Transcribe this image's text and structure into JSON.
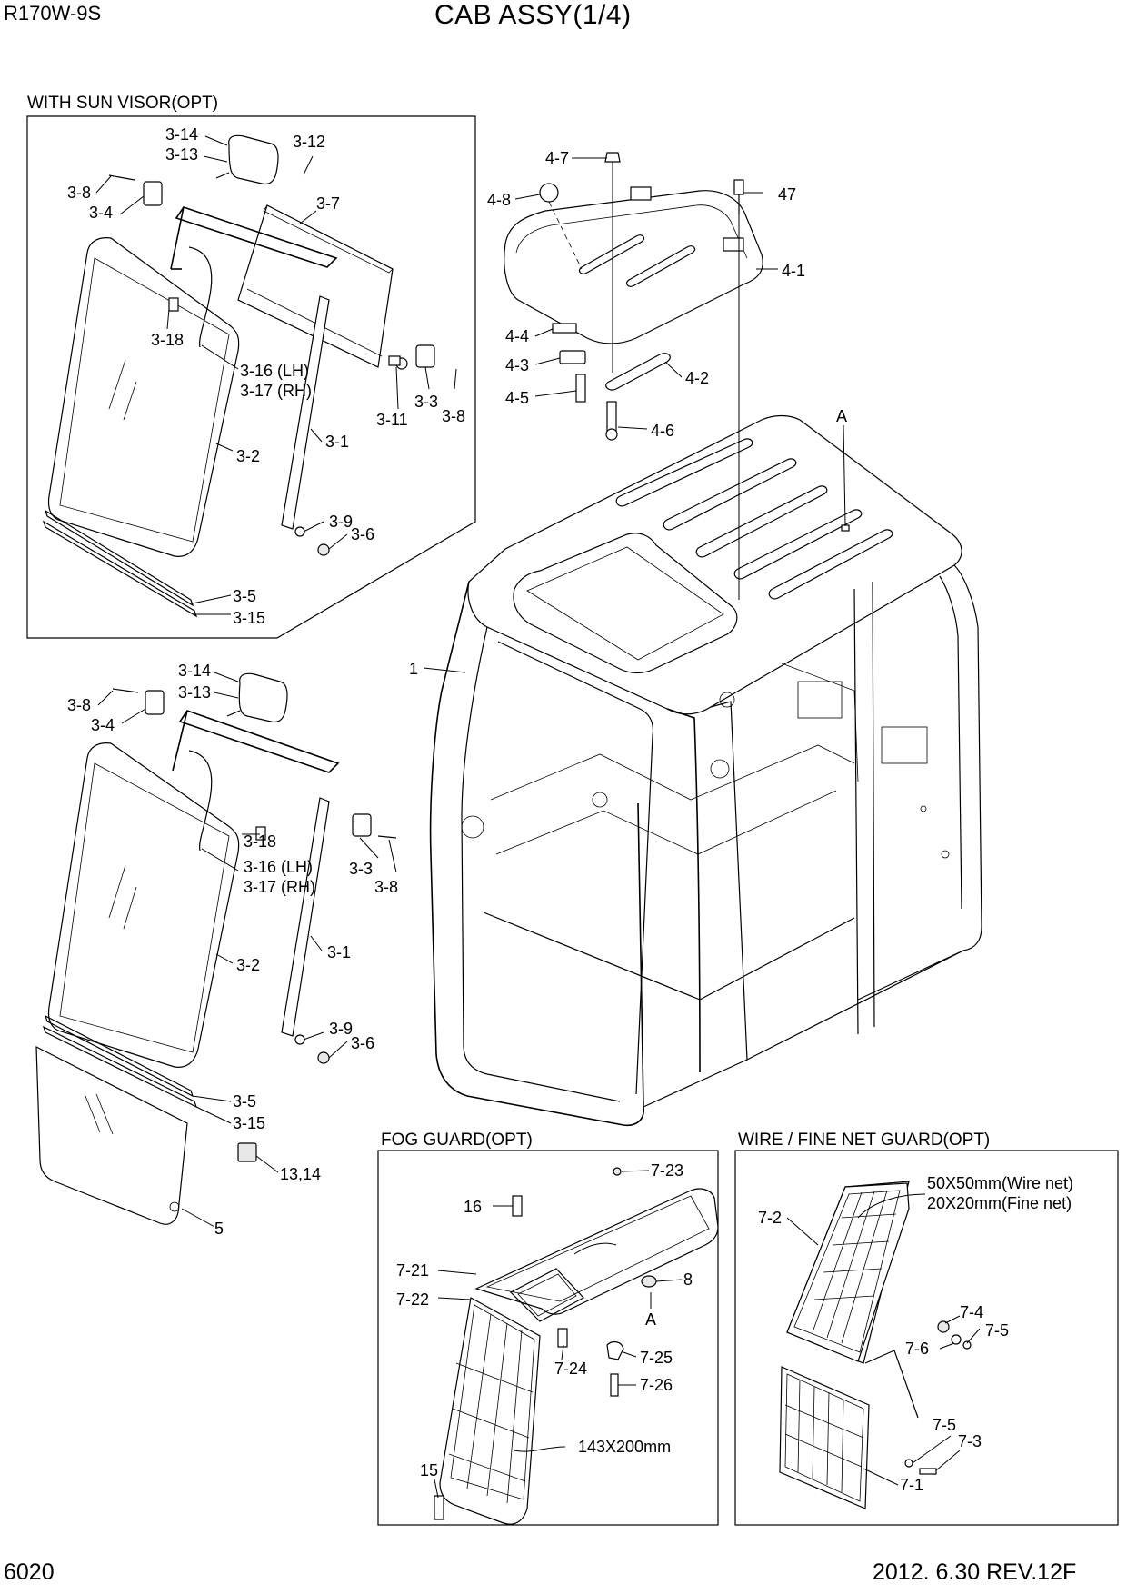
{
  "header": {
    "model": "R170W-9S",
    "title": "CAB ASSY(1/4)"
  },
  "footer": {
    "page": "6020",
    "revision": "2012. 6.30  REV.12F"
  },
  "sections": {
    "sun_visor": "WITH SUN VISOR(OPT)",
    "fog_guard": "FOG GUARD(OPT)",
    "net_guard": "WIRE / FINE NET GUARD(OPT)"
  },
  "annotations": {
    "net_size_1": "50X50mm(Wire net)",
    "net_size_2": "20X20mm(Fine net)",
    "fog_size": "143X200mm",
    "detail_a_1": "A",
    "detail_a_2": "A"
  },
  "callouts": {
    "c3_14a": "3-14",
    "c3_13a": "3-13",
    "c3_12": "3-12",
    "c3_8a": "3-8",
    "c3_4a": "3-4",
    "c3_7": "3-7",
    "c3_18a": "3-18",
    "c3_16a": "3-16 (LH)",
    "c3_17a": "3-17 (RH)",
    "c3_11": "3-11",
    "c3_3a": "3-3",
    "c3_8b": "3-8",
    "c3_1a": "3-1",
    "c3_2a": "3-2",
    "c3_9a": "3-9",
    "c3_6a": "3-6",
    "c3_5a": "3-5",
    "c3_15a": "3-15",
    "c4_7": "4-7",
    "c4_8": "4-8",
    "c47": "47",
    "c4_1": "4-1",
    "c4_4": "4-4",
    "c4_3": "4-3",
    "c4_5": "4-5",
    "c4_2": "4-2",
    "c4_6": "4-6",
    "c1": "1",
    "c3_14b": "3-14",
    "c3_13b": "3-13",
    "c3_8c": "3-8",
    "c3_4b": "3-4",
    "c3_18b": "3-18",
    "c3_16b": "3-16 (LH)",
    "c3_17b": "3-17 (RH)",
    "c3_3b": "3-3",
    "c3_8d": "3-8",
    "c3_1b": "3-1",
    "c3_2b": "3-2",
    "c3_9b": "3-9",
    "c3_6b": "3-6",
    "c3_5b": "3-5",
    "c3_15b": "3-15",
    "c13_14": "13,14",
    "c5": "5",
    "c7_23": "7-23",
    "c16": "16",
    "c7_21": "7-21",
    "c7_22": "7-22",
    "c8": "8",
    "c7_24": "7-24",
    "c7_25": "7-25",
    "c7_26": "7-26",
    "c15": "15",
    "c7_2": "7-2",
    "c7_4": "7-4",
    "c7_5a": "7-5",
    "c7_6": "7-6",
    "c7_5b": "7-5",
    "c7_3": "7-3",
    "c7_1": "7-1"
  }
}
